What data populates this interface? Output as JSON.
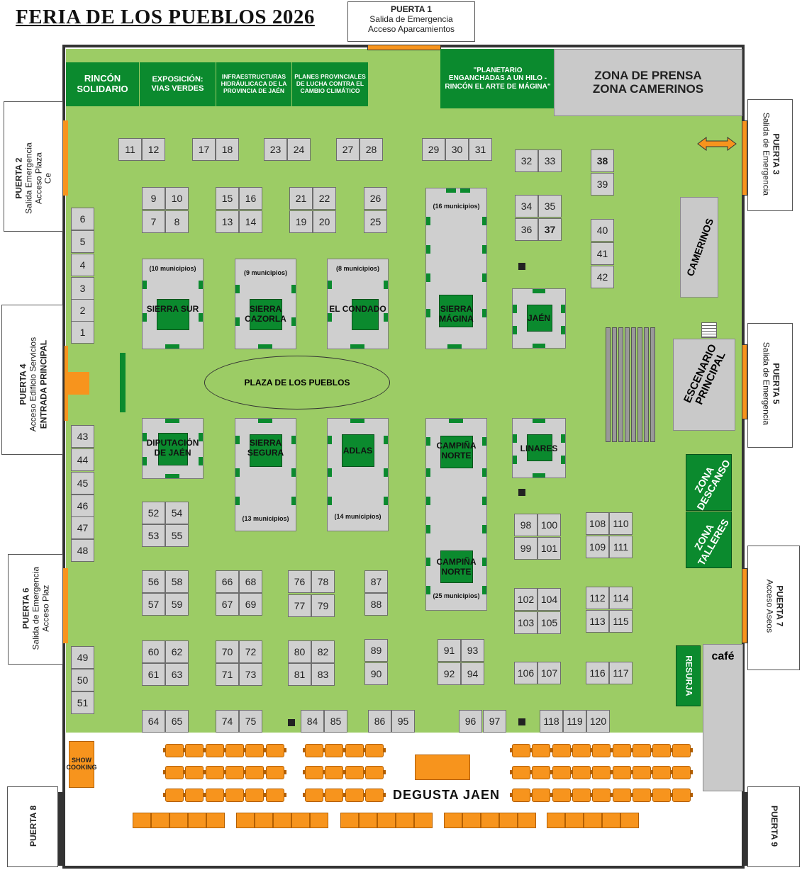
{
  "title": "FERIA DE LOS PUEBLOS 2026",
  "doors": {
    "p1": {
      "name": "PUERTA 1",
      "l1": "Salida de Emergencia",
      "l2": "Acceso Aparcamientos"
    },
    "p2": {
      "name": "PUERTA 2",
      "l1": "Salida Emergencia",
      "l2": "Acceso Plaza",
      "l3": "Ce"
    },
    "p3": {
      "name": "PUERTA 3",
      "l1": "Salida de Emergencia"
    },
    "p4": {
      "name": "PUERTA 4",
      "l1": "Acceso Edificio Servicios",
      "l2": "ENTRADA PRINCIPAL"
    },
    "p5": {
      "name": "PUERTA 5",
      "l1": "Salida de Emergencia"
    },
    "p6": {
      "name": "PUERTA 6",
      "l1": "Salida de Emergencia",
      "l2": "Acceso Plaz"
    },
    "p7": {
      "name": "PUERTA 7",
      "l1": "Acceso Aseos"
    },
    "p8": {
      "name": "PUERTA 8"
    },
    "p9": {
      "name": "PUERTA 9"
    }
  },
  "zones": {
    "rincon": "RINCÓN SOLIDARIO",
    "exposicion": "EXPOSICIÓN: VIAS VERDES",
    "infra": "INFRAESTRUCTURAS HIDRÁULICACA DE LA PROVINCIA DE JAÉN",
    "planes": "PLANES PROVINCIALES DE LUCHA CONTRA EL CAMBIO CLIMÁTICO",
    "planetario": "\"PLANETARIO ENGANCHADAS A UN HILO - RINCÓN EL ARTE DE MÁGINA\"",
    "prensa1": "ZONA DE PRENSA",
    "prensa2": "ZONA CAMERINOS",
    "camerinos": "CAMERINOS",
    "escenario": "ESCENARIO PRINCIPAL",
    "descanso": "ZONA DESCANSO",
    "talleres": "ZONA TALLERES",
    "resurja": "RESURJA",
    "cafe": "café",
    "plaza": "PLAZA DE LOS PUEBLOS",
    "show": "SHOW COOKING",
    "degusta": "DEGUSTA JAEN"
  },
  "pavilions": {
    "sierra_sur": {
      "name": "SIERRA SUR",
      "note": "(10 municipios)"
    },
    "sierra_cazorla": {
      "name": "SIERRA CAZORLA",
      "note": "(9 municipios)"
    },
    "el_condado": {
      "name": "EL CONDADO",
      "note": "(8 municipios)"
    },
    "sierra_magina": {
      "name": "SIERRA MÁGINA",
      "note": "(16 municipios)"
    },
    "jaen": {
      "name": "JAÉN"
    },
    "diputacion": {
      "name": "DIPUTACIÓN DE JAÉN"
    },
    "sierra_segura": {
      "name": "SIERRA SEGURA",
      "note": "(13 municipios)"
    },
    "adlas": {
      "name": "ADLAS",
      "note": "(14 municipios)"
    },
    "campina_norte": {
      "name": "CAMPIÑA NORTE"
    },
    "campina_norte2": {
      "name": "CAMPIÑA NORTE",
      "note": "(25 municipios)"
    },
    "linares": {
      "name": "LINARES"
    }
  },
  "stands": [
    "1",
    "2",
    "3",
    "4",
    "5",
    "6",
    "7",
    "8",
    "9",
    "10",
    "11",
    "12",
    "13",
    "14",
    "15",
    "16",
    "17",
    "18",
    "19",
    "20",
    "21",
    "22",
    "23",
    "24",
    "25",
    "26",
    "27",
    "28",
    "29",
    "30",
    "31",
    "32",
    "33",
    "34",
    "35",
    "36",
    "37",
    "38",
    "39",
    "40",
    "41",
    "42",
    "43",
    "44",
    "45",
    "46",
    "47",
    "48",
    "49",
    "50",
    "51",
    "52",
    "53",
    "54",
    "55",
    "56",
    "57",
    "58",
    "59",
    "60",
    "61",
    "62",
    "63",
    "64",
    "65",
    "66",
    "67",
    "68",
    "69",
    "70",
    "71",
    "72",
    "73",
    "74",
    "75",
    "76",
    "77",
    "78",
    "79",
    "80",
    "81",
    "82",
    "83",
    "84",
    "85",
    "86",
    "87",
    "88",
    "89",
    "90",
    "91",
    "92",
    "93",
    "94",
    "95",
    "96",
    "97",
    "98",
    "99",
    "100",
    "101",
    "102",
    "103",
    "104",
    "105",
    "106",
    "107",
    "108",
    "109",
    "110",
    "111",
    "112",
    "113",
    "114",
    "115",
    "116",
    "117",
    "118",
    "119",
    "120"
  ],
  "colors": {
    "green_field": "#9ccc65",
    "dark_green": "#0b8a2e",
    "orange": "#f7941d",
    "gray": "#c9c9c9"
  }
}
